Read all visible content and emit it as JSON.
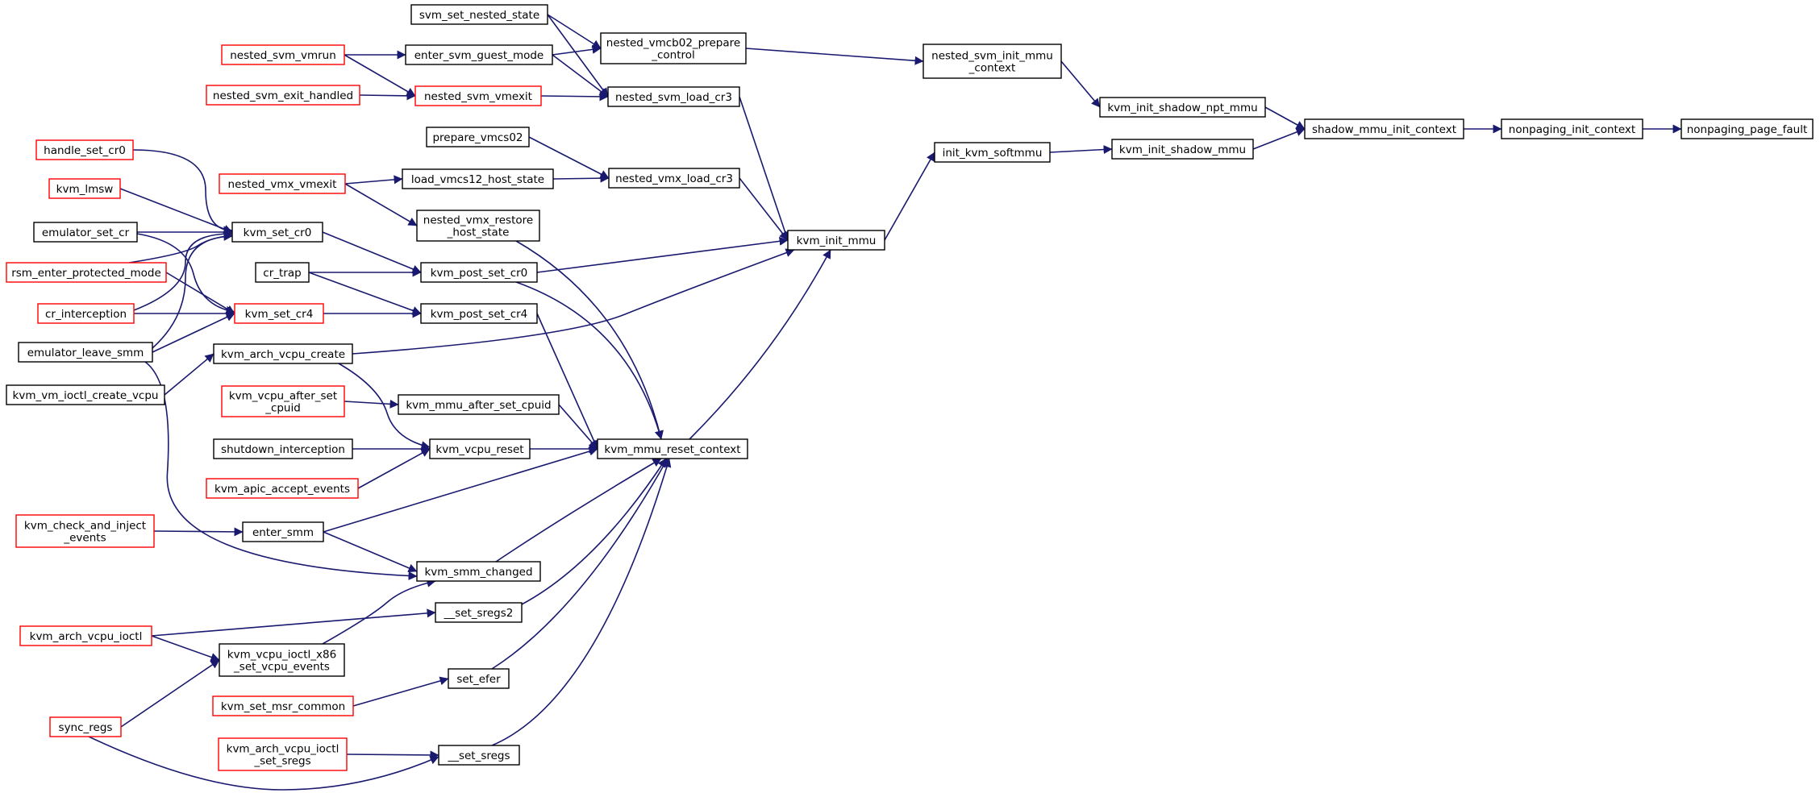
{
  "colors": {
    "edge": "#191970",
    "box_black": "#000000",
    "box_red": "#ff0000",
    "box_gray_fill": "#bfbfbf",
    "box_white_fill": "#ffffff"
  },
  "nodes": [
    {
      "id": "nonpaging_page_fault",
      "lines": [
        "nonpaging_page_fault"
      ],
      "border": "black",
      "fill": "gray"
    },
    {
      "id": "nonpaging_init_context",
      "lines": [
        "nonpaging_init_context"
      ],
      "border": "black",
      "fill": "white"
    },
    {
      "id": "shadow_mmu_init_context",
      "lines": [
        "shadow_mmu_init_context"
      ],
      "border": "black",
      "fill": "white"
    },
    {
      "id": "kvm_init_shadow_npt_mmu",
      "lines": [
        "kvm_init_shadow_npt_mmu"
      ],
      "border": "black",
      "fill": "white"
    },
    {
      "id": "kvm_init_shadow_mmu",
      "lines": [
        "kvm_init_shadow_mmu"
      ],
      "border": "black",
      "fill": "white"
    },
    {
      "id": "nested_svm_init_mmu_context",
      "lines": [
        "nested_svm_init_mmu",
        "_context"
      ],
      "border": "black",
      "fill": "white"
    },
    {
      "id": "init_kvm_softmmu",
      "lines": [
        "init_kvm_softmmu"
      ],
      "border": "black",
      "fill": "white"
    },
    {
      "id": "nested_vmcb02_prepare_control",
      "lines": [
        "nested_vmcb02_prepare",
        "_control"
      ],
      "border": "black",
      "fill": "white"
    },
    {
      "id": "svm_set_nested_state",
      "lines": [
        "svm_set_nested_state"
      ],
      "border": "black",
      "fill": "white"
    },
    {
      "id": "enter_svm_guest_mode",
      "lines": [
        "enter_svm_guest_mode"
      ],
      "border": "black",
      "fill": "white"
    },
    {
      "id": "nested_svm_vmrun",
      "lines": [
        "nested_svm_vmrun"
      ],
      "border": "red",
      "fill": "white"
    },
    {
      "id": "nested_svm_exit_handled",
      "lines": [
        "nested_svm_exit_handled"
      ],
      "border": "red",
      "fill": "white"
    },
    {
      "id": "nested_svm_vmexit",
      "lines": [
        "nested_svm_vmexit"
      ],
      "border": "red",
      "fill": "white"
    },
    {
      "id": "nested_svm_load_cr3",
      "lines": [
        "nested_svm_load_cr3"
      ],
      "border": "black",
      "fill": "white"
    },
    {
      "id": "kvm_init_mmu",
      "lines": [
        "kvm_init_mmu"
      ],
      "border": "black",
      "fill": "white"
    },
    {
      "id": "prepare_vmcs02",
      "lines": [
        "prepare_vmcs02"
      ],
      "border": "black",
      "fill": "white"
    },
    {
      "id": "nested_vmx_load_cr3",
      "lines": [
        "nested_vmx_load_cr3"
      ],
      "border": "black",
      "fill": "white"
    },
    {
      "id": "load_vmcs12_host_state",
      "lines": [
        "load_vmcs12_host_state"
      ],
      "border": "black",
      "fill": "white"
    },
    {
      "id": "nested_vmx_vmexit",
      "lines": [
        "nested_vmx_vmexit"
      ],
      "border": "red",
      "fill": "white"
    },
    {
      "id": "nested_vmx_restore_host_state",
      "lines": [
        "nested_vmx_restore",
        "_host_state"
      ],
      "border": "black",
      "fill": "white"
    },
    {
      "id": "kvm_mmu_reset_context",
      "lines": [
        "kvm_mmu_reset_context"
      ],
      "border": "black",
      "fill": "white"
    },
    {
      "id": "handle_set_cr0",
      "lines": [
        "handle_set_cr0"
      ],
      "border": "red",
      "fill": "white"
    },
    {
      "id": "kvm_lmsw",
      "lines": [
        "kvm_lmsw"
      ],
      "border": "red",
      "fill": "white"
    },
    {
      "id": "emulator_set_cr",
      "lines": [
        "emulator_set_cr"
      ],
      "border": "black",
      "fill": "white"
    },
    {
      "id": "rsm_enter_protected_mode",
      "lines": [
        "rsm_enter_protected_mode"
      ],
      "border": "red",
      "fill": "white"
    },
    {
      "id": "cr_interception",
      "lines": [
        "cr_interception"
      ],
      "border": "red",
      "fill": "white"
    },
    {
      "id": "emulator_leave_smm",
      "lines": [
        "emulator_leave_smm"
      ],
      "border": "black",
      "fill": "white"
    },
    {
      "id": "kvm_vm_ioctl_create_vcpu",
      "lines": [
        "kvm_vm_ioctl_create_vcpu"
      ],
      "border": "black",
      "fill": "white"
    },
    {
      "id": "kvm_set_cr0",
      "lines": [
        "kvm_set_cr0"
      ],
      "border": "black",
      "fill": "white"
    },
    {
      "id": "cr_trap",
      "lines": [
        "cr_trap"
      ],
      "border": "black",
      "fill": "white"
    },
    {
      "id": "kvm_set_cr4",
      "lines": [
        "kvm_set_cr4"
      ],
      "border": "red",
      "fill": "white"
    },
    {
      "id": "kvm_post_set_cr0",
      "lines": [
        "kvm_post_set_cr0"
      ],
      "border": "black",
      "fill": "white"
    },
    {
      "id": "kvm_post_set_cr4",
      "lines": [
        "kvm_post_set_cr4"
      ],
      "border": "black",
      "fill": "white"
    },
    {
      "id": "kvm_arch_vcpu_create",
      "lines": [
        "kvm_arch_vcpu_create"
      ],
      "border": "black",
      "fill": "white"
    },
    {
      "id": "kvm_vcpu_after_set_cpuid",
      "lines": [
        "kvm_vcpu_after_set",
        "_cpuid"
      ],
      "border": "red",
      "fill": "white"
    },
    {
      "id": "kvm_mmu_after_set_cpuid",
      "lines": [
        "kvm_mmu_after_set_cpuid"
      ],
      "border": "black",
      "fill": "white"
    },
    {
      "id": "shutdown_interception",
      "lines": [
        "shutdown_interception"
      ],
      "border": "black",
      "fill": "white"
    },
    {
      "id": "kvm_vcpu_reset",
      "lines": [
        "kvm_vcpu_reset"
      ],
      "border": "black",
      "fill": "white"
    },
    {
      "id": "kvm_apic_accept_events",
      "lines": [
        "kvm_apic_accept_events"
      ],
      "border": "red",
      "fill": "white"
    },
    {
      "id": "kvm_check_and_inject_events",
      "lines": [
        "kvm_check_and_inject",
        "_events"
      ],
      "border": "red",
      "fill": "white"
    },
    {
      "id": "enter_smm",
      "lines": [
        "enter_smm"
      ],
      "border": "black",
      "fill": "white"
    },
    {
      "id": "kvm_smm_changed",
      "lines": [
        "kvm_smm_changed"
      ],
      "border": "black",
      "fill": "white"
    },
    {
      "id": "__set_sregs2",
      "lines": [
        "__set_sregs2"
      ],
      "border": "black",
      "fill": "white"
    },
    {
      "id": "kvm_arch_vcpu_ioctl",
      "lines": [
        "kvm_arch_vcpu_ioctl"
      ],
      "border": "red",
      "fill": "white"
    },
    {
      "id": "kvm_vcpu_ioctl_x86_set_vcpu_events",
      "lines": [
        "kvm_vcpu_ioctl_x86",
        "_set_vcpu_events"
      ],
      "border": "black",
      "fill": "white"
    },
    {
      "id": "set_efer",
      "lines": [
        "set_efer"
      ],
      "border": "black",
      "fill": "white"
    },
    {
      "id": "kvm_set_msr_common",
      "lines": [
        "kvm_set_msr_common"
      ],
      "border": "red",
      "fill": "white"
    },
    {
      "id": "sync_regs",
      "lines": [
        "sync_regs"
      ],
      "border": "red",
      "fill": "white"
    },
    {
      "id": "kvm_arch_vcpu_ioctl_set_sregs",
      "lines": [
        "kvm_arch_vcpu_ioctl",
        "_set_sregs"
      ],
      "border": "red",
      "fill": "white"
    },
    {
      "id": "__set_sregs",
      "lines": [
        "__set_sregs"
      ],
      "border": "black",
      "fill": "white"
    }
  ],
  "edges": [
    {
      "from": "nonpaging_init_context",
      "to": "nonpaging_page_fault"
    },
    {
      "from": "shadow_mmu_init_context",
      "to": "nonpaging_init_context"
    },
    {
      "from": "kvm_init_shadow_npt_mmu",
      "to": "shadow_mmu_init_context"
    },
    {
      "from": "kvm_init_shadow_mmu",
      "to": "shadow_mmu_init_context"
    },
    {
      "from": "nested_svm_init_mmu_context",
      "to": "kvm_init_shadow_npt_mmu"
    },
    {
      "from": "init_kvm_softmmu",
      "to": "kvm_init_shadow_mmu"
    },
    {
      "from": "nested_vmcb02_prepare_control",
      "to": "nested_svm_init_mmu_context"
    },
    {
      "from": "kvm_init_mmu",
      "to": "init_kvm_softmmu"
    },
    {
      "from": "svm_set_nested_state",
      "to": "nested_vmcb02_prepare_control"
    },
    {
      "from": "enter_svm_guest_mode",
      "to": "nested_vmcb02_prepare_control"
    },
    {
      "from": "nested_svm_vmrun",
      "to": "enter_svm_guest_mode"
    },
    {
      "from": "svm_set_nested_state",
      "to": "nested_svm_load_cr3"
    },
    {
      "from": "enter_svm_guest_mode",
      "to": "nested_svm_load_cr3"
    },
    {
      "from": "nested_svm_vmexit",
      "to": "nested_svm_load_cr3"
    },
    {
      "from": "nested_svm_vmrun",
      "to": "nested_svm_vmexit"
    },
    {
      "from": "nested_svm_exit_handled",
      "to": "nested_svm_vmexit"
    },
    {
      "from": "nested_svm_load_cr3",
      "to": "kvm_init_mmu"
    },
    {
      "from": "prepare_vmcs02",
      "to": "nested_vmx_load_cr3"
    },
    {
      "from": "load_vmcs12_host_state",
      "to": "nested_vmx_load_cr3"
    },
    {
      "from": "nested_vmx_vmexit",
      "to": "load_vmcs12_host_state"
    },
    {
      "from": "nested_vmx_vmexit",
      "to": "nested_vmx_restore_host_state"
    },
    {
      "from": "nested_vmx_load_cr3",
      "to": "kvm_init_mmu"
    },
    {
      "from": "kvm_post_set_cr0",
      "to": "kvm_init_mmu"
    },
    {
      "from": "kvm_arch_vcpu_create",
      "to": "kvm_init_mmu"
    },
    {
      "from": "kvm_mmu_reset_context",
      "to": "kvm_init_mmu"
    },
    {
      "from": "handle_set_cr0",
      "to": "kvm_set_cr0"
    },
    {
      "from": "kvm_lmsw",
      "to": "kvm_set_cr0"
    },
    {
      "from": "emulator_set_cr",
      "to": "kvm_set_cr0"
    },
    {
      "from": "rsm_enter_protected_mode",
      "to": "kvm_set_cr0"
    },
    {
      "from": "cr_interception",
      "to": "kvm_set_cr0"
    },
    {
      "from": "emulator_leave_smm",
      "to": "kvm_set_cr0"
    },
    {
      "from": "emulator_set_cr",
      "to": "kvm_set_cr4"
    },
    {
      "from": "rsm_enter_protected_mode",
      "to": "kvm_set_cr4"
    },
    {
      "from": "cr_interception",
      "to": "kvm_set_cr4"
    },
    {
      "from": "emulator_leave_smm",
      "to": "kvm_set_cr4"
    },
    {
      "from": "kvm_set_cr0",
      "to": "kvm_post_set_cr0"
    },
    {
      "from": "cr_trap",
      "to": "kvm_post_set_cr0"
    },
    {
      "from": "cr_trap",
      "to": "kvm_post_set_cr4"
    },
    {
      "from": "kvm_set_cr4",
      "to": "kvm_post_set_cr4"
    },
    {
      "from": "kvm_vm_ioctl_create_vcpu",
      "to": "kvm_arch_vcpu_create"
    },
    {
      "from": "kvm_vcpu_after_set_cpuid",
      "to": "kvm_mmu_after_set_cpuid"
    },
    {
      "from": "kvm_arch_vcpu_create",
      "to": "kvm_vcpu_reset"
    },
    {
      "from": "shutdown_interception",
      "to": "kvm_vcpu_reset"
    },
    {
      "from": "kvm_apic_accept_events",
      "to": "kvm_vcpu_reset"
    },
    {
      "from": "kvm_check_and_inject_events",
      "to": "enter_smm"
    },
    {
      "from": "enter_smm",
      "to": "kvm_smm_changed"
    },
    {
      "from": "emulator_leave_smm",
      "to": "kvm_smm_changed"
    },
    {
      "from": "kvm_vcpu_ioctl_x86_set_vcpu_events",
      "to": "kvm_smm_changed"
    },
    {
      "from": "kvm_arch_vcpu_ioctl",
      "to": "__set_sregs2"
    },
    {
      "from": "kvm_arch_vcpu_ioctl",
      "to": "kvm_vcpu_ioctl_x86_set_vcpu_events"
    },
    {
      "from": "sync_regs",
      "to": "kvm_vcpu_ioctl_x86_set_vcpu_events"
    },
    {
      "from": "kvm_set_msr_common",
      "to": "set_efer"
    },
    {
      "from": "kvm_arch_vcpu_ioctl_set_sregs",
      "to": "__set_sregs"
    },
    {
      "from": "sync_regs",
      "to": "__set_sregs"
    },
    {
      "from": "nested_vmx_restore_host_state",
      "to": "kvm_mmu_reset_context"
    },
    {
      "from": "kvm_post_set_cr0",
      "to": "kvm_mmu_reset_context"
    },
    {
      "from": "kvm_post_set_cr4",
      "to": "kvm_mmu_reset_context"
    },
    {
      "from": "kvm_mmu_after_set_cpuid",
      "to": "kvm_mmu_reset_context"
    },
    {
      "from": "kvm_vcpu_reset",
      "to": "kvm_mmu_reset_context"
    },
    {
      "from": "enter_smm",
      "to": "kvm_mmu_reset_context"
    },
    {
      "from": "kvm_smm_changed",
      "to": "kvm_mmu_reset_context"
    },
    {
      "from": "__set_sregs2",
      "to": "kvm_mmu_reset_context"
    },
    {
      "from": "set_efer",
      "to": "kvm_mmu_reset_context"
    },
    {
      "from": "__set_sregs",
      "to": "kvm_mmu_reset_context"
    }
  ]
}
